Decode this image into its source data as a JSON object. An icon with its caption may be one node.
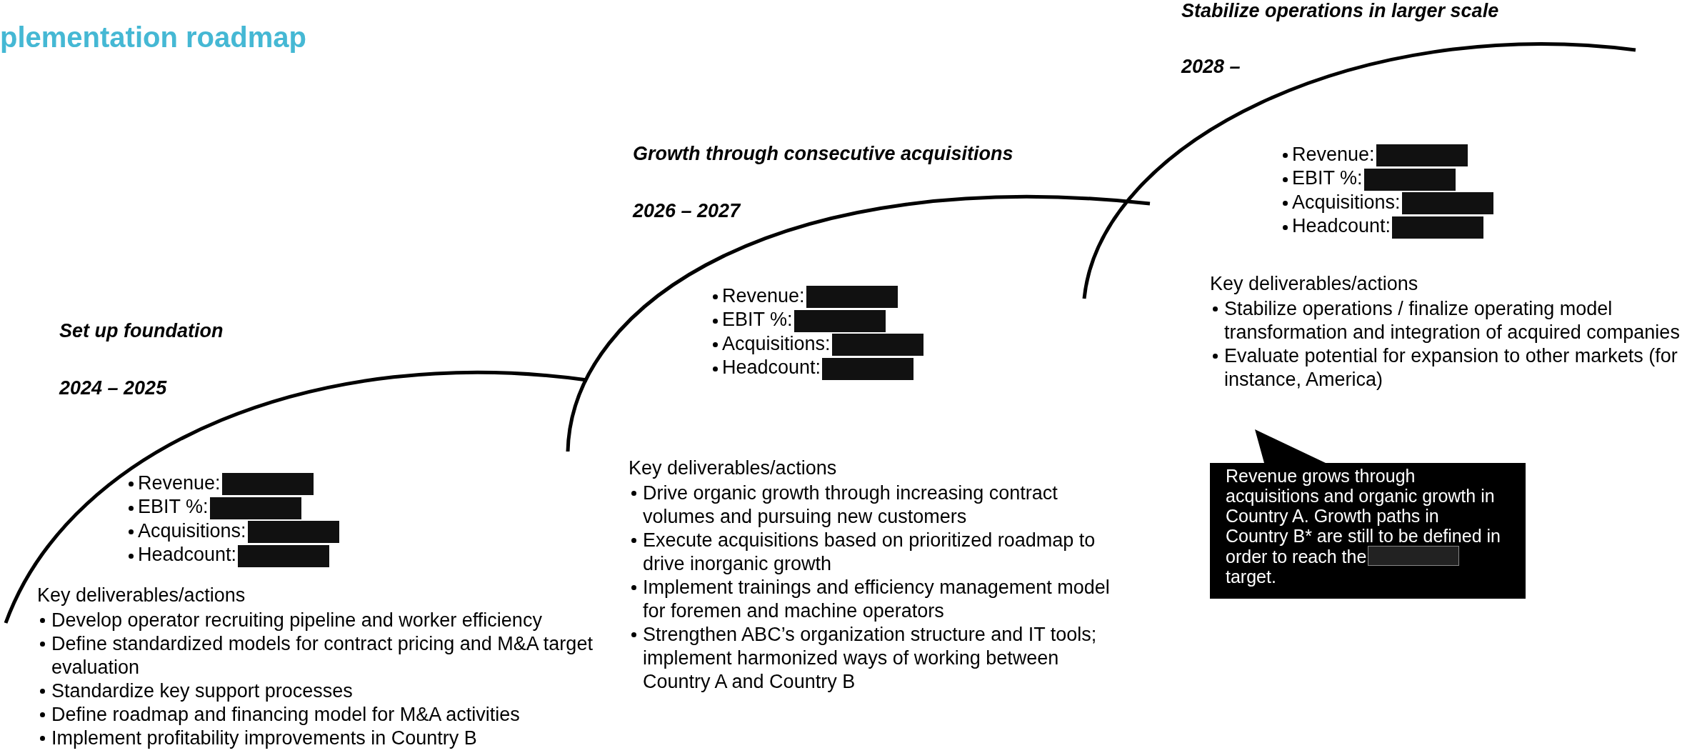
{
  "diagram": {
    "title": "plementation roadmap",
    "nodes": [
      {
        "text": [
          "Revenue grows through acquisitions and organic growth in Country A. Growth paths in Country B* are still to be defined in order to reach the target."
        ]
      }
    ],
    "labels": [
      "Set up foundation",
      "2024 – 2025",
      "Revenue:",
      "EBIT %:",
      "Acquisitions:",
      "Headcount:",
      "Key deliverables/actions",
      "Develop operator recruiting pipeline and worker efficiency",
      "Define standardized models for contract pricing and M&A target evaluation",
      "Standardize key support processes",
      "Define roadmap and financing model for M&A activities",
      "Implement profitability improvements in Country B",
      "Growth through consecutive acquisitions",
      "2026 – 2027",
      "Revenue:",
      "EBIT %:",
      "Acquisitions:",
      "Headcount:",
      "Key deliverables/actions",
      "Drive organic growth through increasing contract volumes and pursuing new customers",
      "Execute acquisitions based on prioritized roadmap to drive inorganic growth",
      "Implement trainings and efficiency management model for foremen and machine operators",
      "Strengthen ABC’s organization structure and IT tools; implement harmonized ways of working between Country A and Country B",
      "Stabilize operations in larger scale",
      "2028 –",
      "Revenue:",
      "EBIT %:",
      "Acquisitions:",
      "Headcount:",
      "Key deliverables/actions",
      "Stabilize operations / finalize operating model transformation and integration of acquired companies",
      "Evaluate potential for expansion to other markets (for instance, America)"
    ]
  }
}
